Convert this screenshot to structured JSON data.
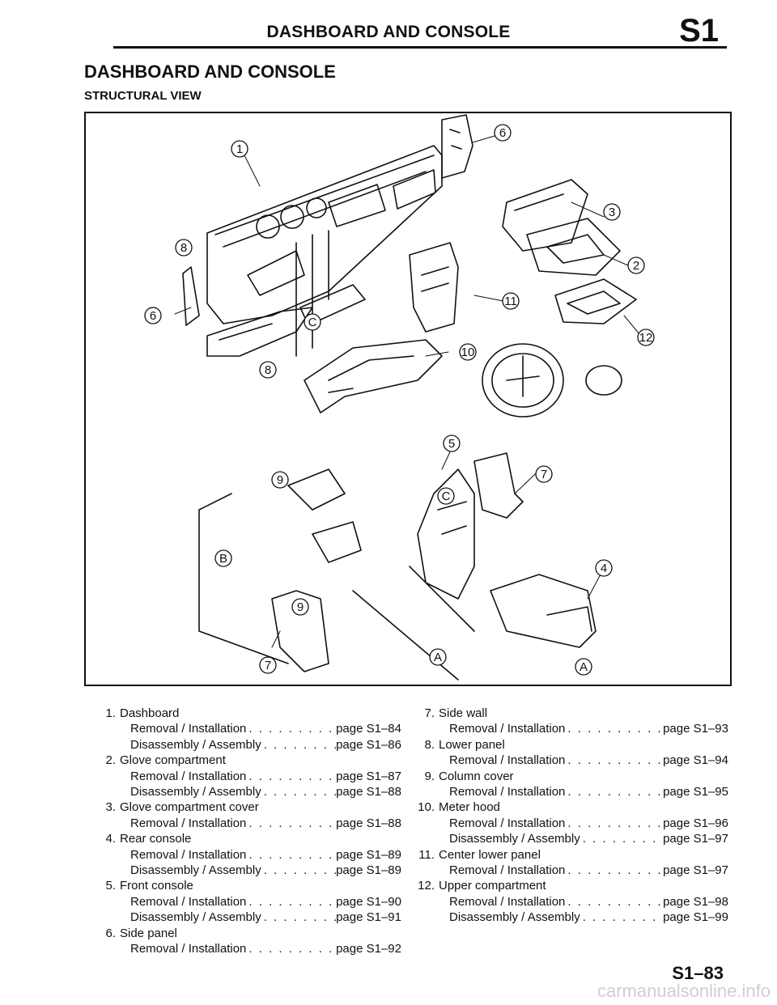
{
  "header": {
    "title": "DASHBOARD AND CONSOLE",
    "code": "S1"
  },
  "section_title": "DASHBOARD AND CONSOLE",
  "subtitle": "STRUCTURAL VIEW",
  "figure": {
    "callouts": [
      "1",
      "6",
      "3",
      "2",
      "8",
      "6",
      "11",
      "12",
      "10",
      "8",
      "5",
      "9",
      "7",
      "B",
      "4",
      "9",
      "7",
      "A",
      "A",
      "C",
      "C"
    ]
  },
  "legend_left": [
    {
      "num": "1.",
      "name": "Dashboard",
      "refs": [
        {
          "label": "Removal / Installation",
          "page": "page S1–84"
        },
        {
          "label": "Disassembly / Assembly",
          "page": "page S1–86"
        }
      ]
    },
    {
      "num": "2.",
      "name": "Glove compartment",
      "refs": [
        {
          "label": "Removal / Installation",
          "page": "page S1–87"
        },
        {
          "label": "Disassembly / Assembly",
          "page": "page S1–88"
        }
      ]
    },
    {
      "num": "3.",
      "name": "Glove compartment cover",
      "refs": [
        {
          "label": "Removal / Installation",
          "page": "page S1–88"
        }
      ]
    },
    {
      "num": "4.",
      "name": "Rear console",
      "refs": [
        {
          "label": "Removal / Installation",
          "page": "page S1–89"
        },
        {
          "label": "Disassembly / Assembly",
          "page": "page S1–89"
        }
      ]
    },
    {
      "num": "5.",
      "name": "Front console",
      "refs": [
        {
          "label": "Removal / Installation",
          "page": "page S1–90"
        },
        {
          "label": "Disassembly / Assembly",
          "page": "page S1–91"
        }
      ]
    },
    {
      "num": "6.",
      "name": "Side panel",
      "refs": [
        {
          "label": "Removal / Installation",
          "page": "page S1–92"
        }
      ]
    }
  ],
  "legend_right": [
    {
      "num": "7.",
      "name": "Side wall",
      "refs": [
        {
          "label": "Removal / Installation",
          "page": "page S1–93"
        }
      ]
    },
    {
      "num": "8.",
      "name": "Lower panel",
      "refs": [
        {
          "label": "Removal / Installation",
          "page": "page S1–94"
        }
      ]
    },
    {
      "num": "9.",
      "name": "Column cover",
      "refs": [
        {
          "label": "Removal / Installation",
          "page": "page S1–95"
        }
      ]
    },
    {
      "num": "10.",
      "name": "Meter hood",
      "refs": [
        {
          "label": "Removal / Installation",
          "page": "page S1–96"
        },
        {
          "label": "Disassembly / Assembly",
          "page": "page S1–97"
        }
      ]
    },
    {
      "num": "11.",
      "name": "Center lower panel",
      "refs": [
        {
          "label": "Removal / Installation",
          "page": "page S1–97"
        }
      ]
    },
    {
      "num": "12.",
      "name": "Upper compartment",
      "refs": [
        {
          "label": "Removal / Installation",
          "page": "page S1–98"
        },
        {
          "label": "Disassembly / Assembly",
          "page": "page S1–99"
        }
      ]
    }
  ],
  "page_number": "S1–83",
  "watermark": "carmanualsonline.info"
}
